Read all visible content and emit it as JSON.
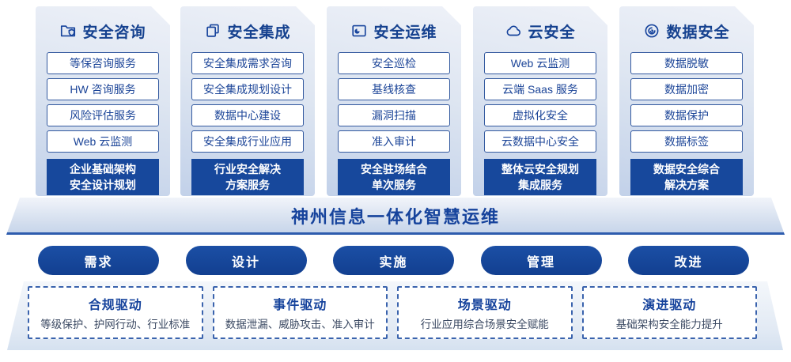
{
  "colors": {
    "primary_blue": "#16489c",
    "title_blue": "#15418f",
    "card_gradient_top": "#eef1f8",
    "card_gradient_bottom": "#c2d1e9",
    "banner_border": "#2e5cae",
    "driver_border": "#3a63ad",
    "driver_desc_text": "#3c4a63",
    "highlight_text": "#ffffff"
  },
  "columns": [
    {
      "icon": "folder-shield-icon",
      "title": "安全咨询",
      "items": [
        "等保咨询服务",
        "HW 咨询服务",
        "风险评估服务",
        "Web 云监测"
      ],
      "highlight_lines": [
        "企业基础架构",
        "安全设计规划"
      ]
    },
    {
      "icon": "documents-icon",
      "title": "安全集成",
      "items": [
        "安全集成需求咨询",
        "安全集成规划设计",
        "数据中心建设",
        "安全集成行业应用"
      ],
      "highlight_lines": [
        "行业安全解决",
        "方案服务"
      ]
    },
    {
      "icon": "folder-pie-icon",
      "title": "安全运维",
      "items": [
        "安全巡检",
        "基线核查",
        "漏洞扫描",
        "准入审计"
      ],
      "highlight_lines": [
        "安全驻场结合",
        "单次服务"
      ]
    },
    {
      "icon": "cloud-icon",
      "title": "云安全",
      "items": [
        "Web 云监测",
        "云端 Saas 服务",
        "虚拟化安全",
        "云数据中心安全"
      ],
      "highlight_lines": [
        "整体云安全规划",
        "集成服务"
      ]
    },
    {
      "icon": "fingerprint-icon",
      "title": "数据安全",
      "items": [
        "数据脱敏",
        "数据加密",
        "数据保护",
        "数据标签"
      ],
      "highlight_lines": [
        "数据安全综合",
        "解决方案"
      ]
    }
  ],
  "banner": {
    "title": "神州信息一体化智慧运维"
  },
  "process_steps": [
    "需求",
    "设计",
    "实施",
    "管理",
    "改进"
  ],
  "drivers": [
    {
      "title": "合规驱动",
      "desc": "等级保护、护网行动、行业标准"
    },
    {
      "title": "事件驱动",
      "desc": "数据泄漏、威胁攻击、准入审计"
    },
    {
      "title": "场景驱动",
      "desc": "行业应用综合场景安全赋能"
    },
    {
      "title": "演进驱动",
      "desc": "基础架构安全能力提升"
    }
  ]
}
